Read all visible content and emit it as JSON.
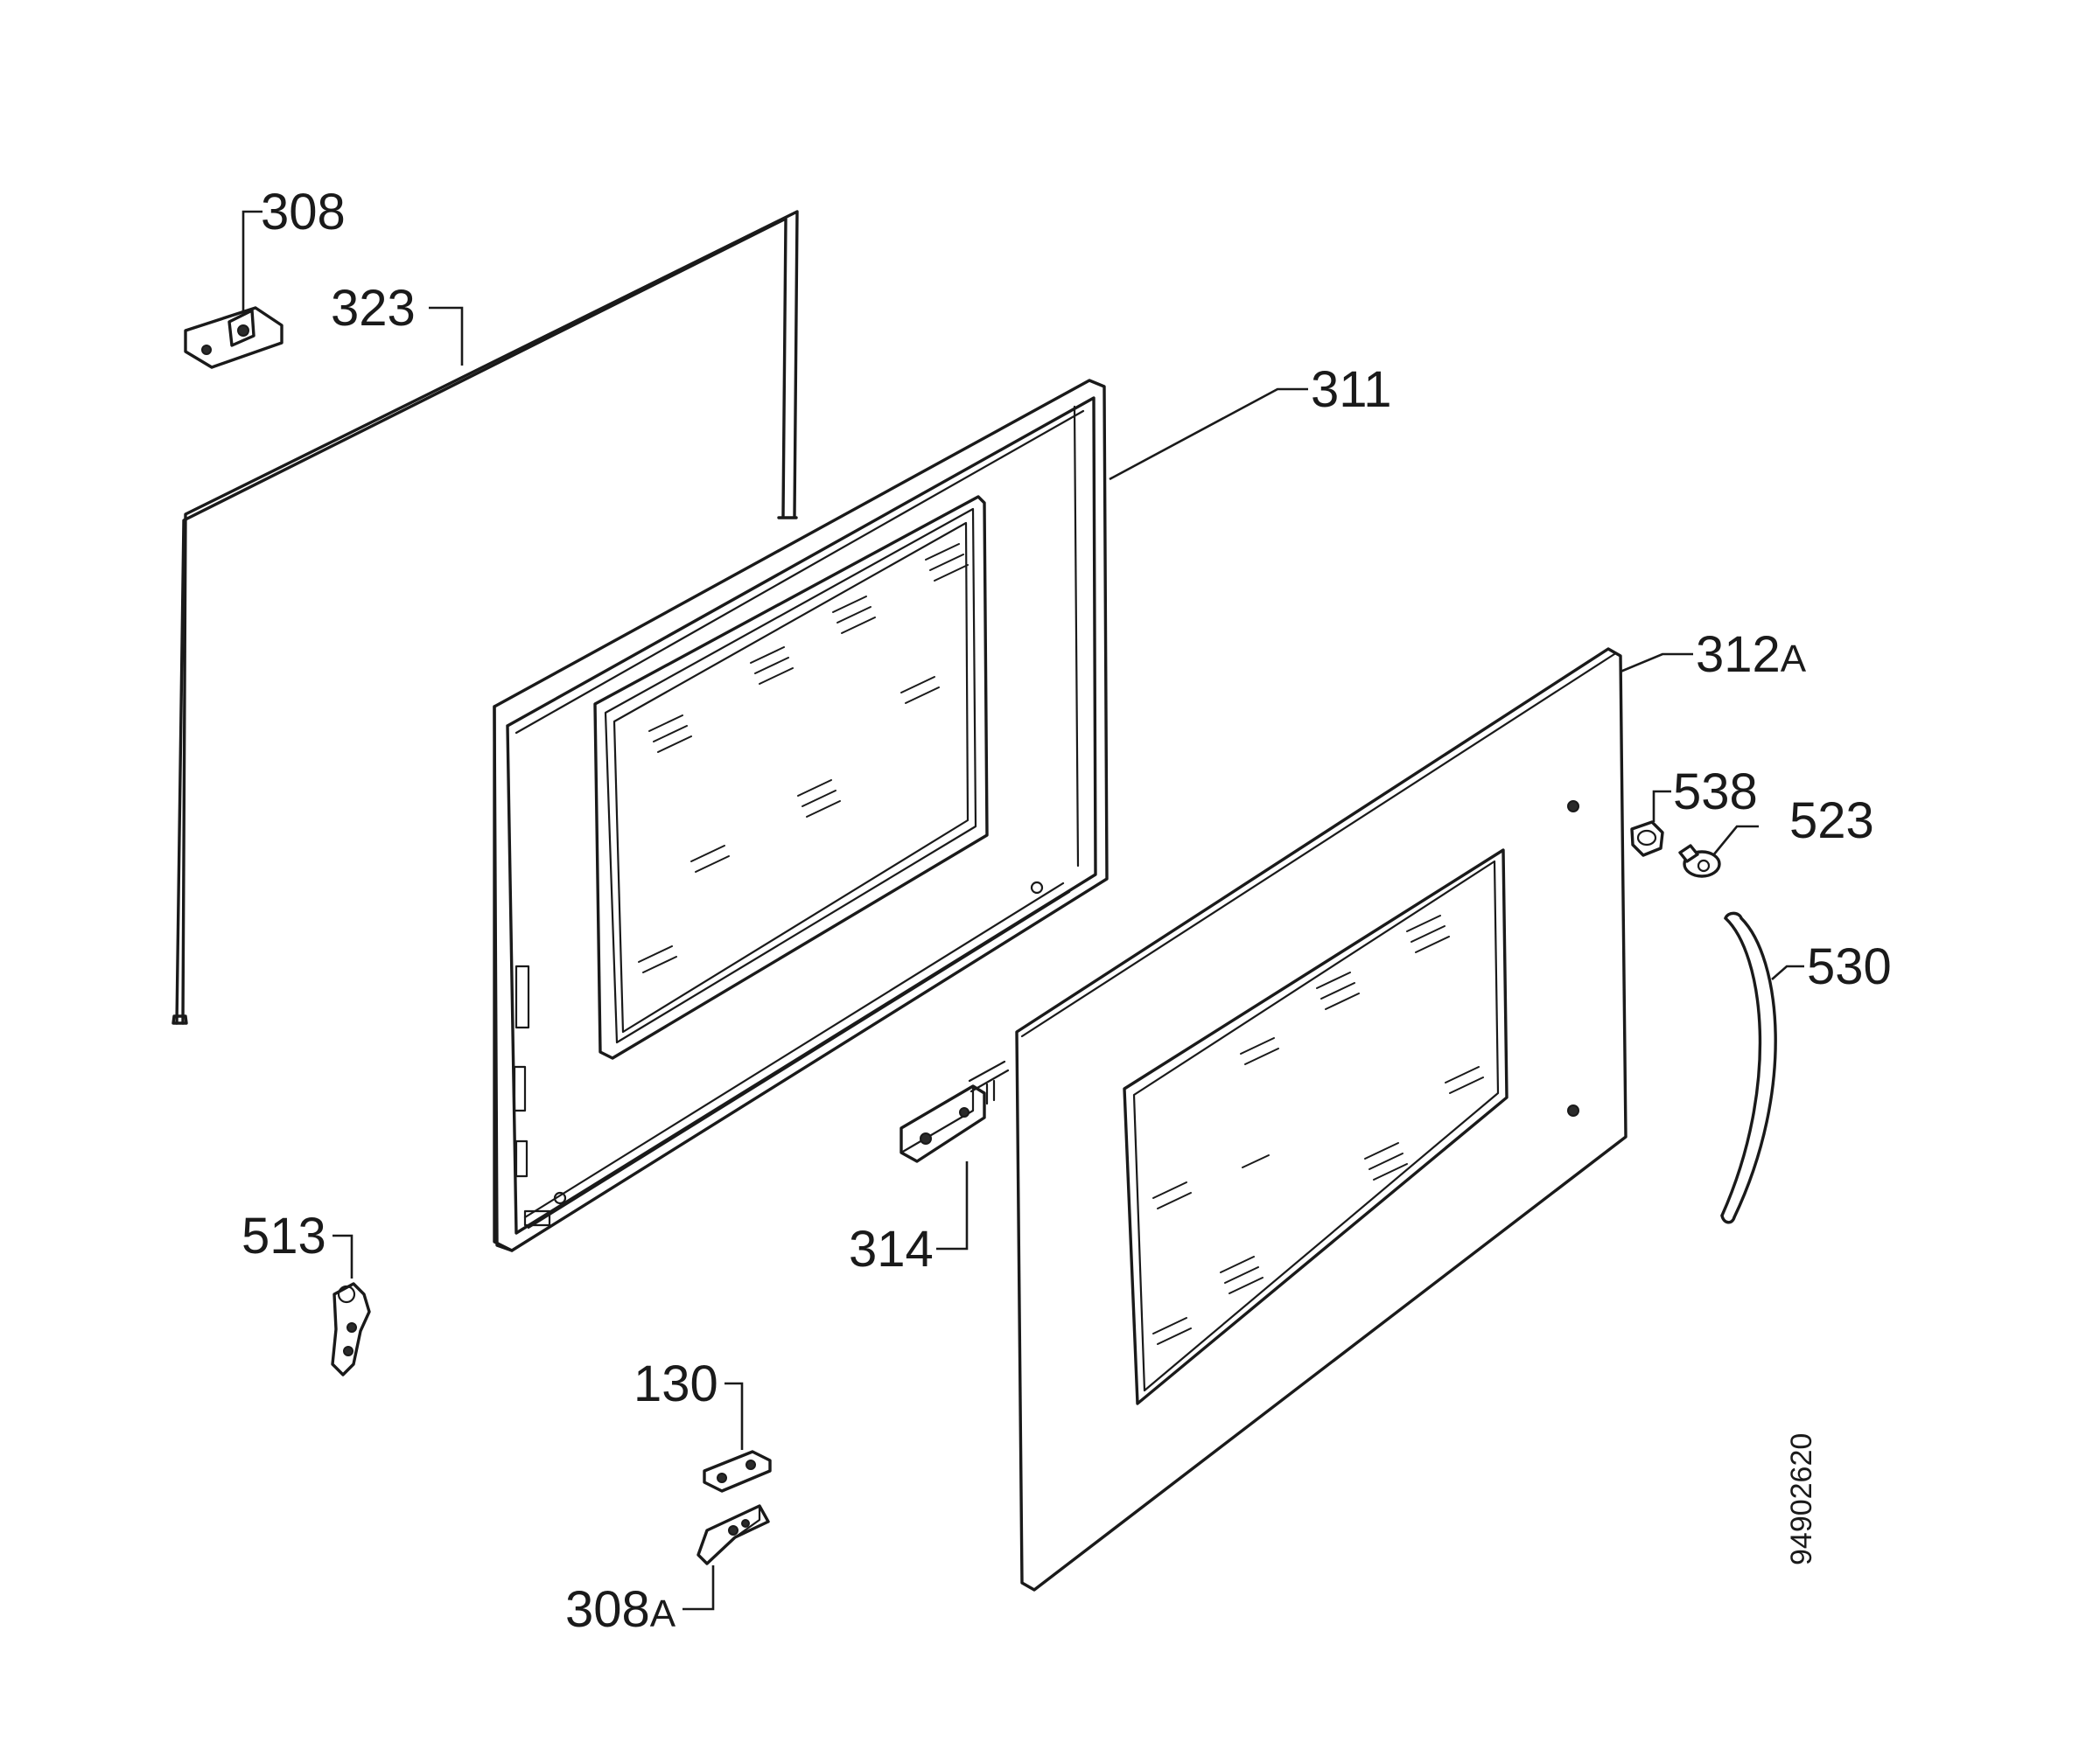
{
  "diagram": {
    "callouts": {
      "p308": "308",
      "p323": "323",
      "p311": "311",
      "p312A_num": "312",
      "p312A_suffix": "A",
      "p538": "538",
      "p523": "523",
      "p530": "530",
      "p513": "513",
      "p314": "314",
      "p130": "130",
      "p308A_num": "308",
      "p308A_suffix": "A"
    },
    "reference_code": "94902620"
  }
}
